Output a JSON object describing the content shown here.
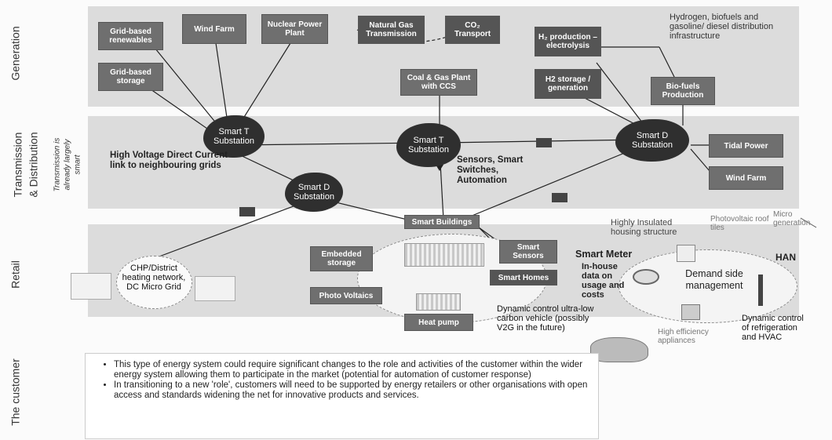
{
  "rows": {
    "generation": "Generation",
    "td_line1": "Transmission",
    "td_line2": "& Distribution",
    "td_note": "Transmission is already largely smart",
    "retail": "Retail",
    "customer": "The customer"
  },
  "generation_boxes": {
    "grid_renewables": "Grid-based renewables",
    "grid_storage": "Grid-based storage",
    "wind_farm": "Wind Farm",
    "nuclear": "Nuclear Power Plant",
    "natural_gas": "Natural Gas Transmission",
    "co2": "CO₂ Transport",
    "coal_gas_ccs": "Coal & Gas Plant with CCS",
    "h2_production": "H₂ production – electrolysis",
    "h2_storage": "H2 storage / generation",
    "biofuels_production": "Bio-fuels Production",
    "hydrogen_text": "Hydrogen, biofuels and gasoline/ diesel distribution infrastructure"
  },
  "substations": {
    "smart_t1": "Smart T Substation",
    "smart_t2": "Smart T Substation",
    "smart_d1": "Smart D Substation",
    "smart_d2": "Smart D Substation"
  },
  "td_labels": {
    "hvdc": "High Voltage Direct Current link to neighbouring grids",
    "sensors": "Sensors, Smart Switches, Automation",
    "tidal": "Tidal Power",
    "wind_farm_2": "Wind Farm"
  },
  "retail": {
    "smart_buildings": "Smart Buildings",
    "embedded_storage": "Embedded storage",
    "smart_sensors": "Smart Sensors",
    "smart_homes": "Smart Homes",
    "photo_voltaics": "Photo Voltaics",
    "heat_pump": "Heat pump",
    "chp": "CHP/District heating network, DC Micro Grid",
    "smart_meter": "Smart Meter",
    "inhouse": "In-house data on usage and costs",
    "highly_insulated": "Highly Insulated housing structure",
    "pv_tiles": "Photovoltaic roof tiles",
    "micro_gen": "Micro generation",
    "han": "HAN",
    "demand_side": "Demand side management",
    "dynamic_control": "Dynamic control ultra-low carbon vehicle (possibly V2G in the future)",
    "high_eff": "High efficiency appliances",
    "dynamic_refrig": "Dynamic control of refrigeration and HVAC"
  },
  "customer_bullets": [
    "This type of energy system could require significant changes to the role and activities of the customer within the wider energy system allowing them to participate in the market (potential for automation of customer response)",
    "In transitioning to a new 'role', customers will need to be supported by energy retailers or other organisations with open access and standards widening the net for innovative products and services."
  ]
}
